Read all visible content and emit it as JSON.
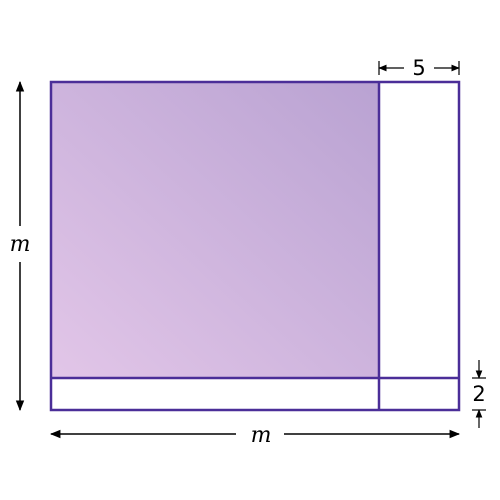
{
  "diagram": {
    "labels": {
      "outer_width": "m",
      "outer_height": "m",
      "strip_width": "5",
      "strip_height": "2"
    },
    "colors": {
      "outline": "#4B2E98",
      "fill_light": "#E2C6E8",
      "fill_dark": "#B9A2D2",
      "dimension": "#000000"
    }
  }
}
